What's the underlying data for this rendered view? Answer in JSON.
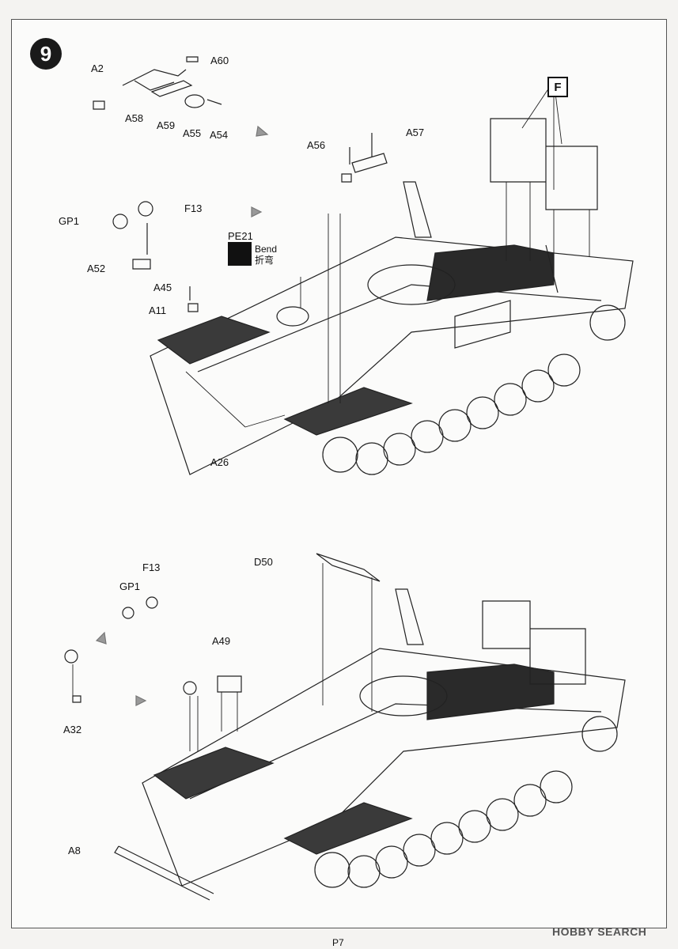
{
  "step_number": "9",
  "bend_instruction": {
    "part": "PE21",
    "word": "Bend",
    "word_cn": "折弯"
  },
  "subassembly_box": "F",
  "labels_top": {
    "a2": "A2",
    "a60": "A60",
    "a58": "A58",
    "a59": "A59",
    "a55": "A55",
    "a54": "A54",
    "a56": "A56",
    "a57": "A57",
    "gp1": "GP1",
    "f13": "F13",
    "a52": "A52",
    "a45": "A45",
    "a11": "A11",
    "a26": "A26"
  },
  "labels_bottom": {
    "d50": "D50",
    "f13": "F13",
    "gp1": "GP1",
    "a49": "A49",
    "a32": "A32",
    "a8": "A8"
  },
  "page_number": "P7",
  "watermark": "HOBBY SEARCH"
}
